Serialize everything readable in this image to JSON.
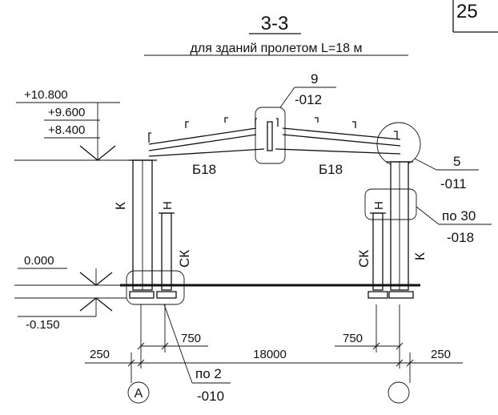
{
  "sheet": {
    "number": "25",
    "section_mark": "3-3",
    "subtitle": "для зданий пролетом L=18 м"
  },
  "elevations": {
    "top1": "+10.800",
    "top2": "+9.600",
    "top3": "+8.400",
    "zero": "0.000",
    "ground": "-0.150"
  },
  "beams": {
    "left": "Б18",
    "right": "Б18"
  },
  "columns": {
    "left_main": "К",
    "left_secondary": "СК",
    "right_main": "К",
    "right_secondary": "СК",
    "left_tag": "Н",
    "right_tag": "Н"
  },
  "callouts": {
    "ridge_num": "9",
    "ridge_code": "-012",
    "eave_num": "5",
    "eave_code": "-011",
    "col_num": "по 30",
    "col_code": "-018",
    "base_num": "по 2",
    "base_code": "-010"
  },
  "dimensions": {
    "left_edge": "250",
    "left_step": "750",
    "span": "18000",
    "right_step": "750",
    "right_edge": "250"
  },
  "axes": {
    "left": "А",
    "right": ""
  }
}
